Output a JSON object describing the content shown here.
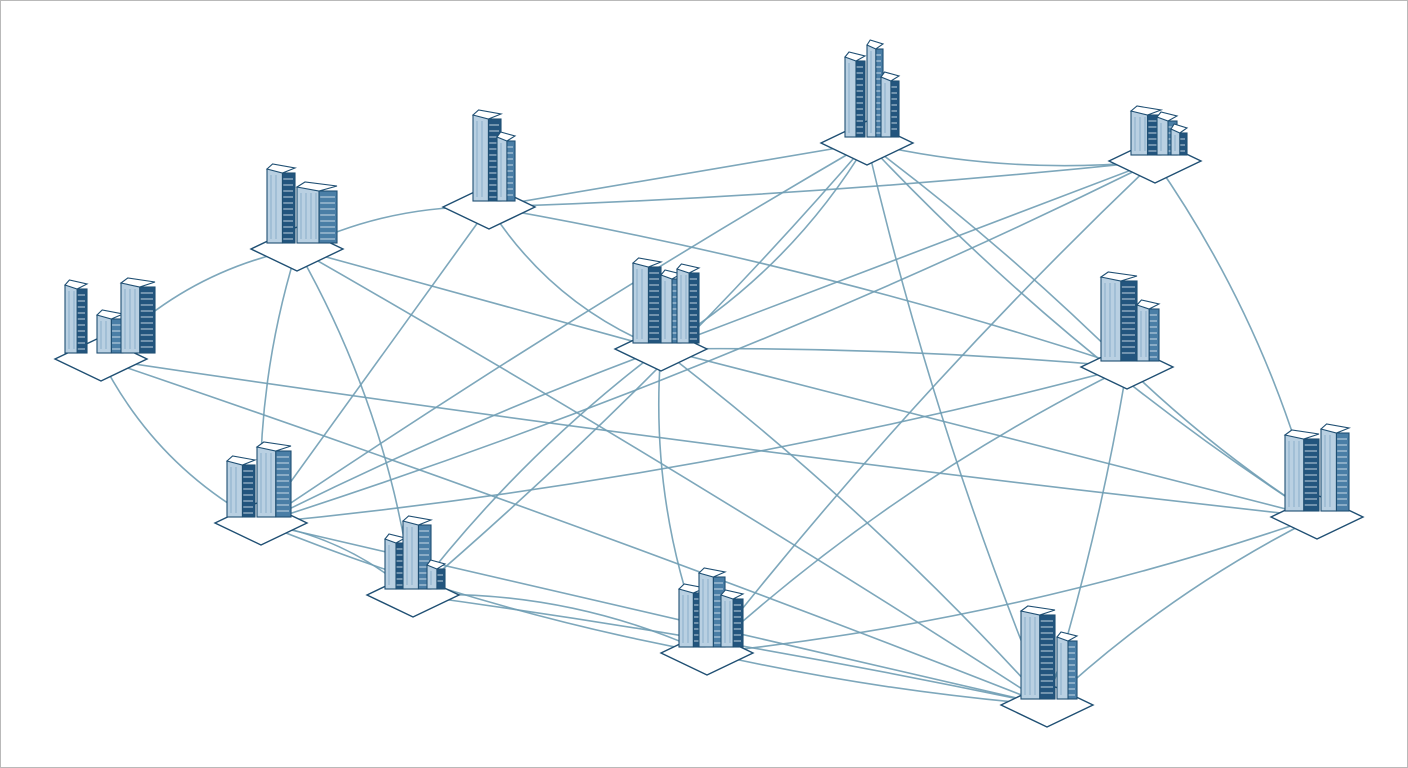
{
  "diagram": {
    "type": "network",
    "colors": {
      "background": "#ffffff",
      "frame": "#b9b9b9",
      "link": "#6f9db4",
      "platform_fill": "#ffffff",
      "platform_stroke": "#1f4f73",
      "building_dark": "#23557e",
      "building_mid": "#4a7ea6",
      "building_light": "#b9d0e2",
      "window_line": "#eaf2f8"
    },
    "nodes": [
      {
        "id": "n1",
        "icon": "office-buildings-icon"
      },
      {
        "id": "n2",
        "icon": "office-buildings-icon"
      },
      {
        "id": "n3",
        "icon": "skyscraper-icon"
      },
      {
        "id": "n4",
        "icon": "skyscraper-icon"
      },
      {
        "id": "n5",
        "icon": "office-buildings-icon"
      },
      {
        "id": "n6",
        "icon": "office-buildings-icon"
      },
      {
        "id": "n7",
        "icon": "office-tower-icon"
      },
      {
        "id": "n8",
        "icon": "office-buildings-icon"
      },
      {
        "id": "n9",
        "icon": "office-buildings-icon"
      },
      {
        "id": "n10",
        "icon": "office-buildings-icon"
      },
      {
        "id": "n11",
        "icon": "office-buildings-icon"
      },
      {
        "id": "n12",
        "icon": "office-tower-icon"
      }
    ],
    "links": [
      [
        "n1",
        "n2"
      ],
      [
        "n1",
        "n11"
      ],
      [
        "n1",
        "n12"
      ],
      [
        "n1",
        "n8"
      ],
      [
        "n2",
        "n3"
      ],
      [
        "n2",
        "n6"
      ],
      [
        "n2",
        "n8"
      ],
      [
        "n2",
        "n9"
      ],
      [
        "n2",
        "n11"
      ],
      [
        "n3",
        "n5"
      ],
      [
        "n3",
        "n6"
      ],
      [
        "n3",
        "n7"
      ],
      [
        "n3",
        "n8"
      ],
      [
        "n4",
        "n5"
      ],
      [
        "n4",
        "n6"
      ],
      [
        "n4",
        "n7"
      ],
      [
        "n4",
        "n8"
      ],
      [
        "n4",
        "n12"
      ],
      [
        "n4",
        "n9"
      ],
      [
        "n5",
        "n6"
      ],
      [
        "n5",
        "n10"
      ],
      [
        "n5",
        "n12"
      ],
      [
        "n6",
        "n7"
      ],
      [
        "n6",
        "n8"
      ],
      [
        "n6",
        "n10"
      ],
      [
        "n6",
        "n11"
      ],
      [
        "n6",
        "n12"
      ],
      [
        "n6",
        "n9"
      ],
      [
        "n7",
        "n8"
      ],
      [
        "n7",
        "n11"
      ],
      [
        "n7",
        "n12"
      ],
      [
        "n7",
        "n10"
      ],
      [
        "n8",
        "n9"
      ],
      [
        "n8",
        "n11"
      ],
      [
        "n8",
        "n10"
      ],
      [
        "n9",
        "n10"
      ],
      [
        "n9",
        "n11"
      ],
      [
        "n10",
        "n11"
      ],
      [
        "n10",
        "n12"
      ],
      [
        "n11",
        "n12"
      ],
      [
        "n3",
        "n4"
      ],
      [
        "n4",
        "n11"
      ],
      [
        "n5",
        "n8"
      ]
    ]
  }
}
